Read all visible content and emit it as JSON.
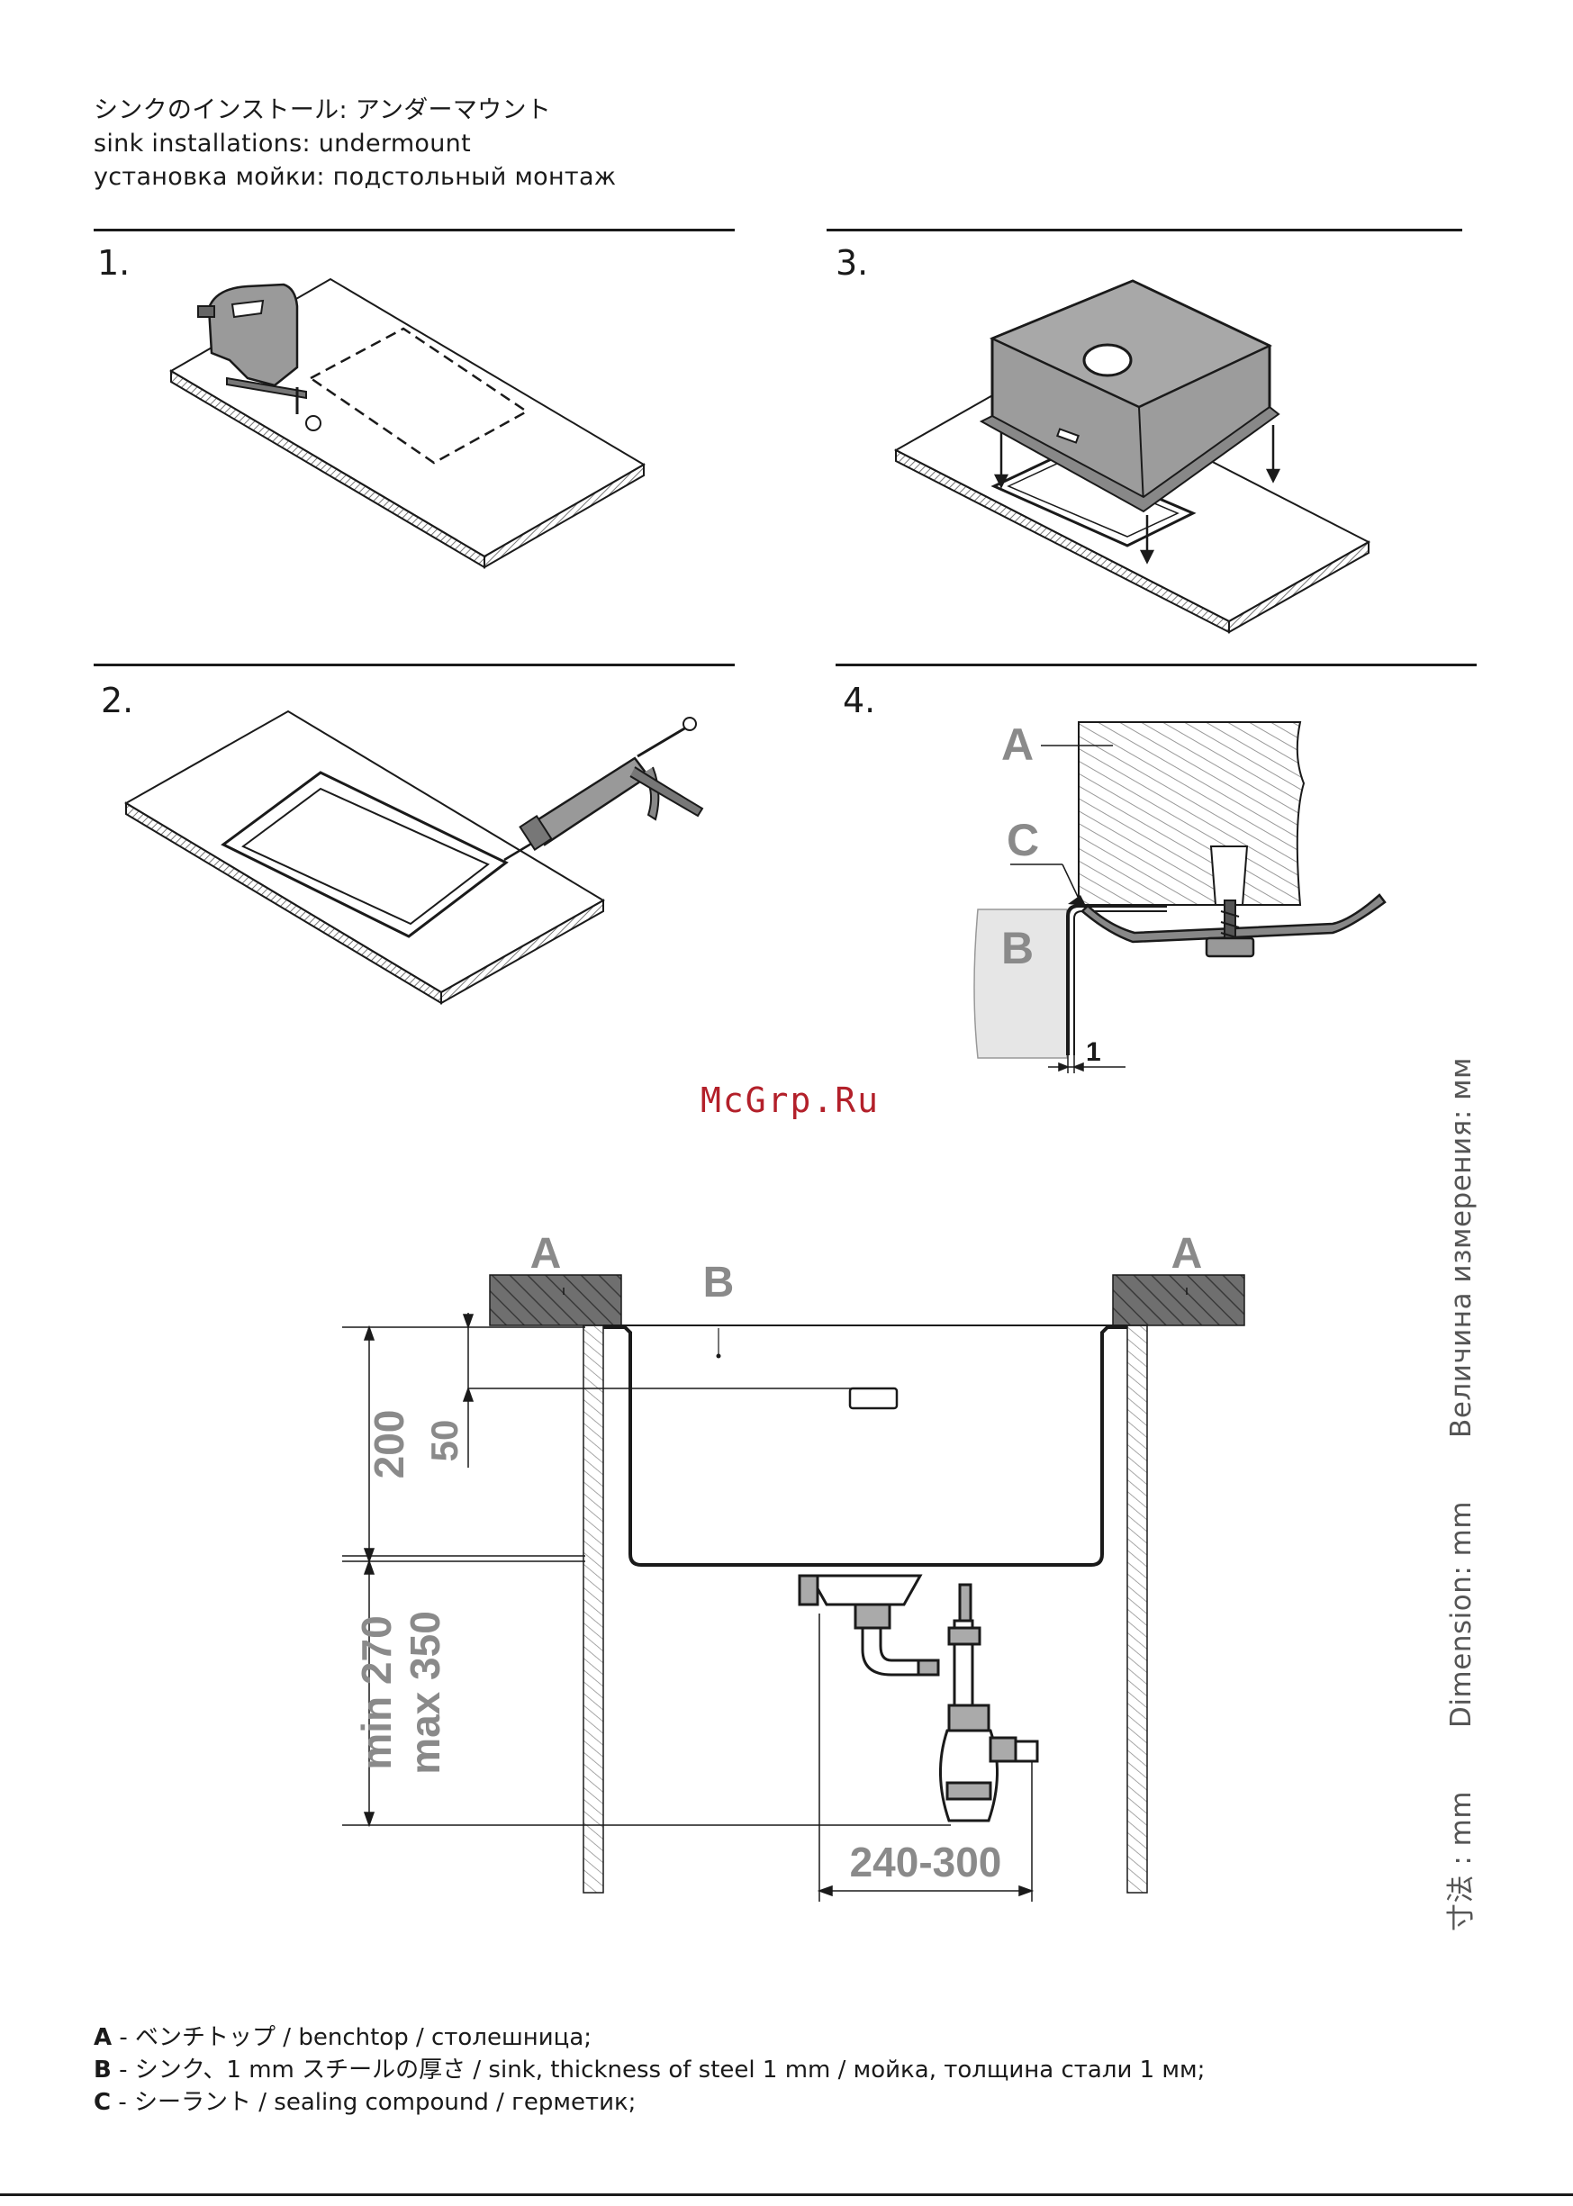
{
  "header": {
    "title_jp": "シンクのインストール: アンダーマウント",
    "title_en": "sink installations: undermount",
    "title_ru": "установка мойки: подстольный монтаж"
  },
  "steps": [
    {
      "number": "1."
    },
    {
      "number": "2."
    },
    {
      "number": "3."
    },
    {
      "number": "4."
    }
  ],
  "detail_labels": {
    "a": "A",
    "b": "B",
    "c": "C",
    "gap": "1"
  },
  "watermark": "McGrp.Ru",
  "section": {
    "label_a": "A",
    "label_b": "B",
    "dim_200": "200",
    "dim_50": "50",
    "dim_min": "min 270",
    "dim_max": "max 350",
    "dim_width": "240-300"
  },
  "units": {
    "ru": "Величина измерения: мм",
    "en": "Dimension: mm",
    "jp": "寸法 : mm"
  },
  "legend": [
    {
      "key": "A",
      "sep": " - ",
      "text": "ベンチトップ  /  benchtop  /  столешница;"
    },
    {
      "key": "B",
      "sep": " - ",
      "text": "シンク、1 mm スチールの厚さ  /  sink, thickness of steel 1 mm  /  мойка, толщина стали 1 мм;"
    },
    {
      "key": "C",
      "sep": " - ",
      "text": "シーラント  /  sealing compound  /  герметик;"
    }
  ],
  "colors": {
    "ink": "#1a1a1a",
    "label_gray": "#8a8a8a",
    "sink_gray": "#999999",
    "watermark": "#b3202a"
  }
}
